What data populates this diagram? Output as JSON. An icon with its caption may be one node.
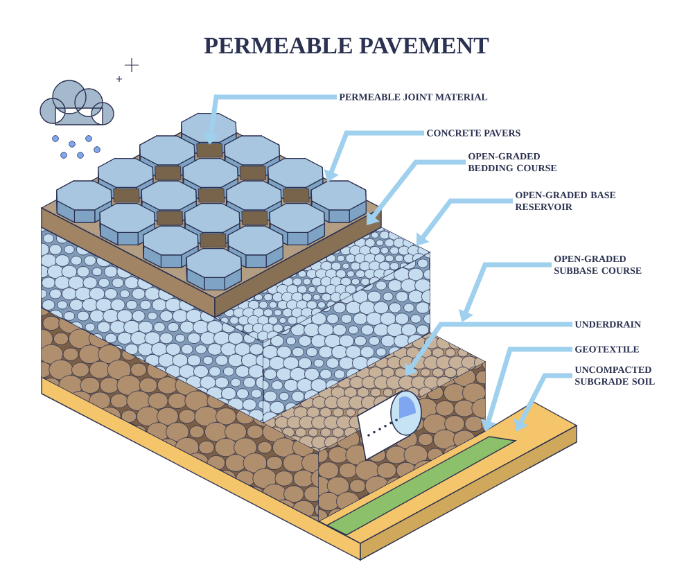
{
  "diagram": {
    "title": "PERMEABLE PAVEMENT",
    "nodes": [
      {
        "text": [
          "PERMEABLE JOINT MATERIAL"
        ]
      },
      {
        "text": [
          "CONCRETE PAVERS"
        ]
      },
      {
        "text": [
          "OPEN-GRADED BEDDING COURSE"
        ]
      },
      {
        "text": [
          "OPEN-GRADED BASE RESERVOIR"
        ]
      },
      {
        "text": [
          "OPEN-GRADED SUBBASE COURSE"
        ]
      },
      {
        "text": [
          "UNDERDRAIN"
        ]
      },
      {
        "text": [
          "GEOTEXTILE"
        ]
      },
      {
        "text": [
          "UNCOMPACTED SUBGRADE SOIL"
        ]
      },
      {
        "text": [],
        "shape": "picture"
      },
      {
        "text": [],
        "shape": "picture"
      },
      {
        "text": [],
        "shape": "picture"
      },
      {
        "text": [],
        "shape": "picture"
      },
      {
        "text": [],
        "shape": "picture"
      },
      {
        "text": [],
        "shape": "picture"
      },
      {
        "text": [],
        "shape": "picture"
      },
      {
        "text": [],
        "shape": "picture"
      }
    ],
    "edges": [
      {
        "from": 0,
        "to": 8,
        "arrow": "to"
      },
      {
        "from": 1,
        "to": 9,
        "arrow": "to"
      },
      {
        "from": 2,
        "to": 10,
        "arrow": "to"
      },
      {
        "from": 3,
        "to": 11,
        "arrow": "to"
      },
      {
        "from": 4,
        "to": 12,
        "arrow": "to"
      },
      {
        "from": 5,
        "to": 13,
        "arrow": "to"
      },
      {
        "from": 6,
        "to": 14,
        "arrow": "to"
      },
      {
        "from": 7,
        "to": 15,
        "arrow": "to"
      }
    ]
  }
}
